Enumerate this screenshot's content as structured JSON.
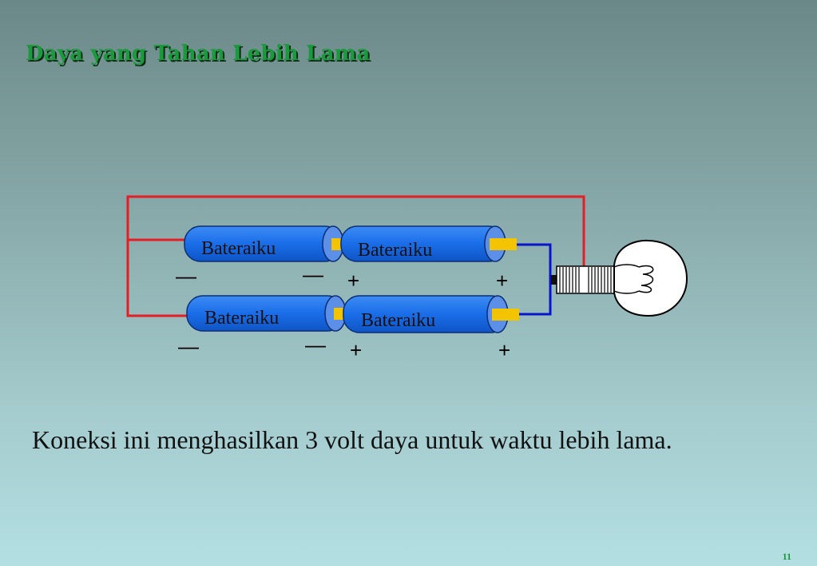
{
  "title": "Daya yang Tahan Lebih Lama",
  "caption": "Koneksi ini menghasilkan 3 volt daya untuk waktu lebih lama.",
  "page_number": "11",
  "battery_label": "Bateraiku",
  "signs": {
    "negative": "—",
    "positive": "+"
  },
  "colors": {
    "battery_body": "#1a6de8",
    "battery_cap": "#5b8fe8",
    "terminal": "#f5c400",
    "wire_negative": "#e31e24",
    "wire_positive": "#0a14c8",
    "title": "#1a9a3c"
  },
  "icons": [
    "light-bulb-icon"
  ]
}
